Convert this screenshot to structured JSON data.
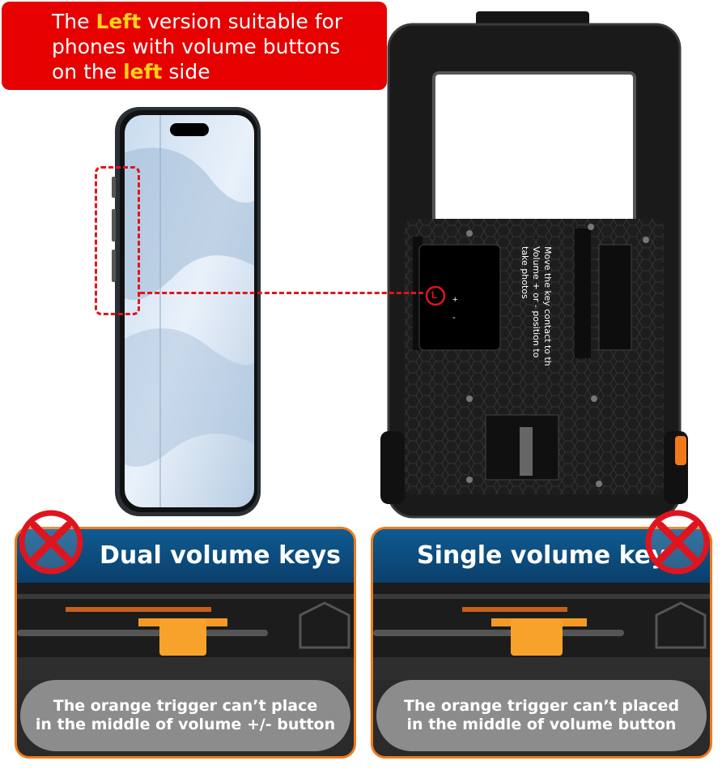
{
  "banner": {
    "line1_pre": "The ",
    "line1_hl": "Left",
    "line1_post": " version suitable for",
    "line2": "phones with volume buttons",
    "line3_pre": "on the ",
    "line3_hl": "left",
    "line3_post": " side"
  },
  "case_label": {
    "line1": "Move the key contact to th",
    "line2": "Volume + or - position to",
    "line3": "take photos",
    "plus": "+",
    "minus": "-",
    "marker": "L"
  },
  "panels": [
    {
      "title": "Dual volume keys",
      "caption_line1": "The orange trigger can’t place",
      "caption_line2": "in the middle of volume +/- button"
    },
    {
      "title": "Single volume key",
      "caption_line1": "The orange trigger can’t placed",
      "caption_line2": "in the middle of volume button"
    }
  ],
  "colors": {
    "banner_bg": "#e60000",
    "highlight": "#ffd21a",
    "accent_orange": "#f07a1a",
    "dash_red": "#e0141e",
    "panel_header": "#0f5b92",
    "caption_bg": "#8c8c8c"
  },
  "icons": [
    "cross-circle-icon"
  ]
}
